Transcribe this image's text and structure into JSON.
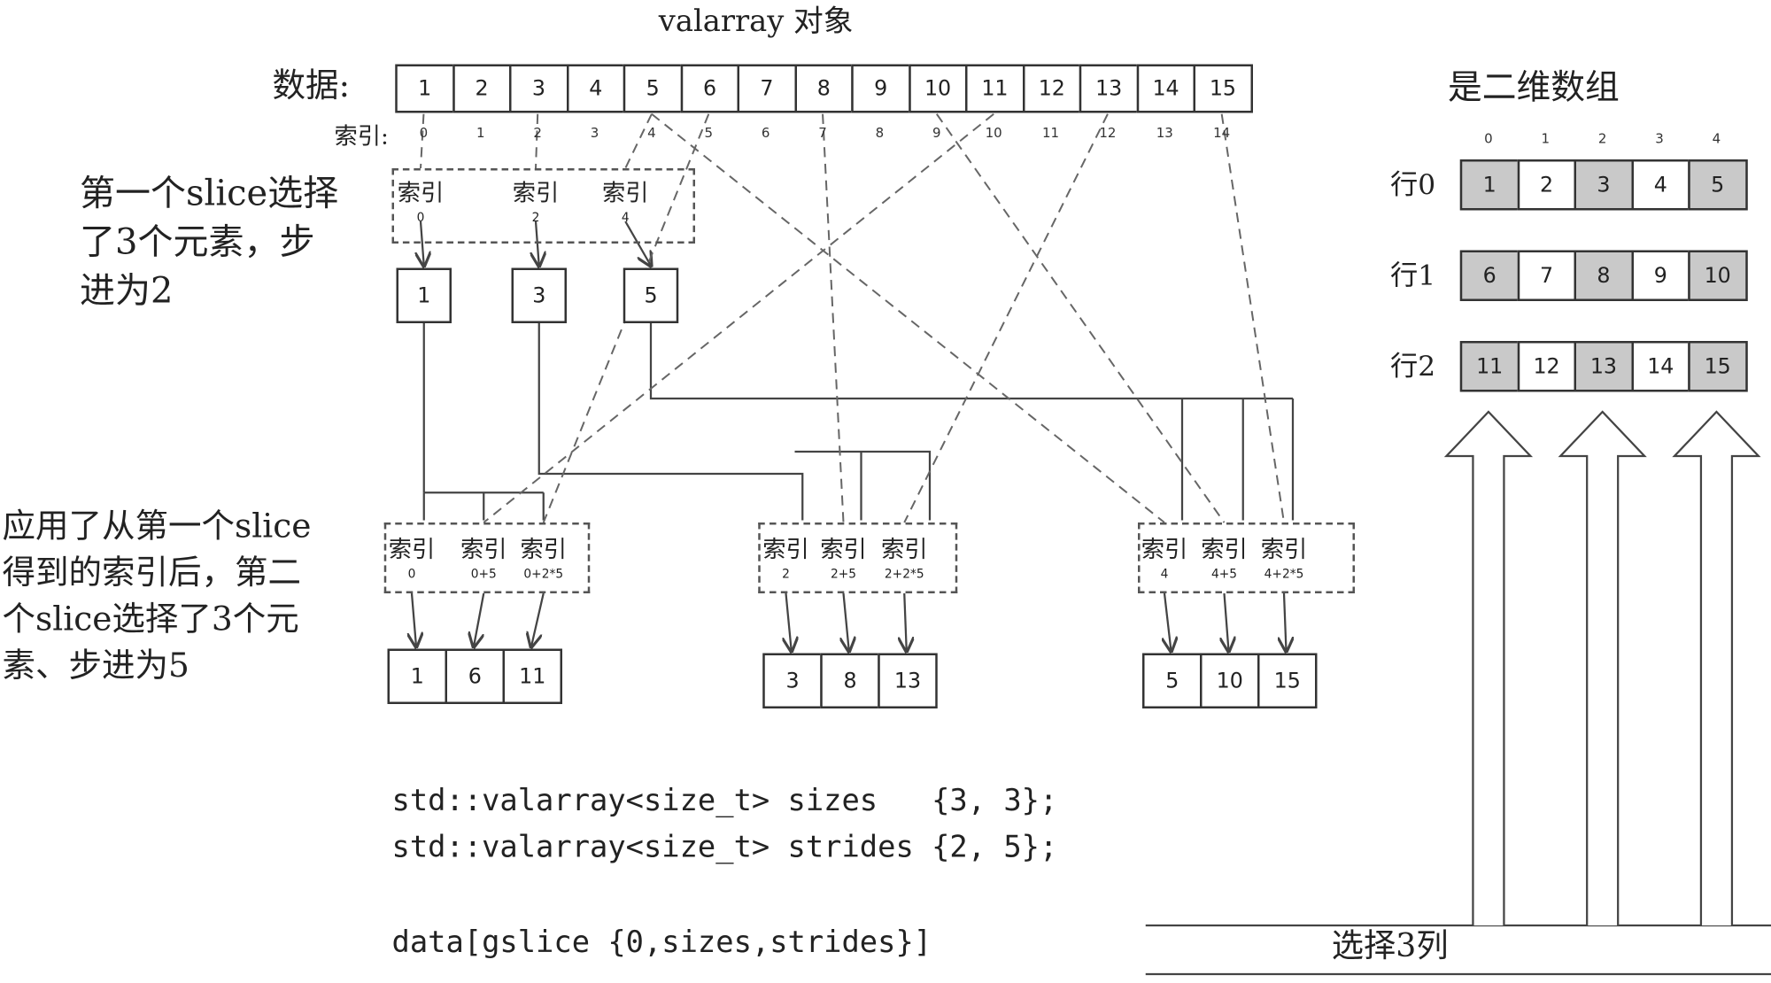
{
  "title": "valarray 对象",
  "data_label": "数据:",
  "index_label": "索引:",
  "data_values": [
    "1",
    "2",
    "3",
    "4",
    "5",
    "6",
    "7",
    "8",
    "9",
    "10",
    "11",
    "12",
    "13",
    "14",
    "15"
  ],
  "data_indices": [
    "0",
    "1",
    "2",
    "3",
    "4",
    "5",
    "6",
    "7",
    "8",
    "9",
    "10",
    "11",
    "12",
    "13",
    "14"
  ],
  "first_slice_note": [
    "第一个slice选择",
    "了3个元素，步",
    "进为2"
  ],
  "first_slice_boxes": [
    {
      "label": "索引",
      "sub": "0"
    },
    {
      "label": "索引",
      "sub": "2"
    },
    {
      "label": "索引",
      "sub": "4"
    }
  ],
  "first_slice_results": [
    "1",
    "3",
    "5"
  ],
  "second_slice_note": [
    "应用了从第一个slice",
    "得到的索引后，第二",
    "个slice选择了3个元",
    "素、步进为5"
  ],
  "second_slice_groups": [
    {
      "slots": [
        {
          "label": "索引",
          "sub": "0"
        },
        {
          "label": "索引",
          "sub": "0+5"
        },
        {
          "label": "索引",
          "sub": "0+2*5"
        }
      ],
      "results": [
        "1",
        "6",
        "11"
      ]
    },
    {
      "slots": [
        {
          "label": "索引",
          "sub": "2"
        },
        {
          "label": "索引",
          "sub": "2+5"
        },
        {
          "label": "索引",
          "sub": "2+2*5"
        }
      ],
      "results": [
        "3",
        "8",
        "13"
      ]
    },
    {
      "slots": [
        {
          "label": "索引",
          "sub": "4"
        },
        {
          "label": "索引",
          "sub": "4+5"
        },
        {
          "label": "索引",
          "sub": "4+2*5"
        }
      ],
      "results": [
        "5",
        "10",
        "15"
      ]
    }
  ],
  "code": {
    "line1": "std::valarray<size_t> sizes   {3, 3};",
    "line2": "std::valarray<size_t> strides {2, 5};",
    "line3": "data[gslice {0,sizes,strides}]"
  },
  "matrix": {
    "title": "是二维数组",
    "col_indices": [
      "0",
      "1",
      "2",
      "3",
      "4"
    ],
    "rows": [
      {
        "label": "行0",
        "values": [
          "1",
          "2",
          "3",
          "4",
          "5"
        ]
      },
      {
        "label": "行1",
        "values": [
          "6",
          "7",
          "8",
          "9",
          "10"
        ]
      },
      {
        "label": "行2",
        "values": [
          "11",
          "12",
          "13",
          "14",
          "15"
        ]
      }
    ],
    "shaded_columns": [
      0,
      2,
      4
    ],
    "select_label": "选择3列"
  }
}
